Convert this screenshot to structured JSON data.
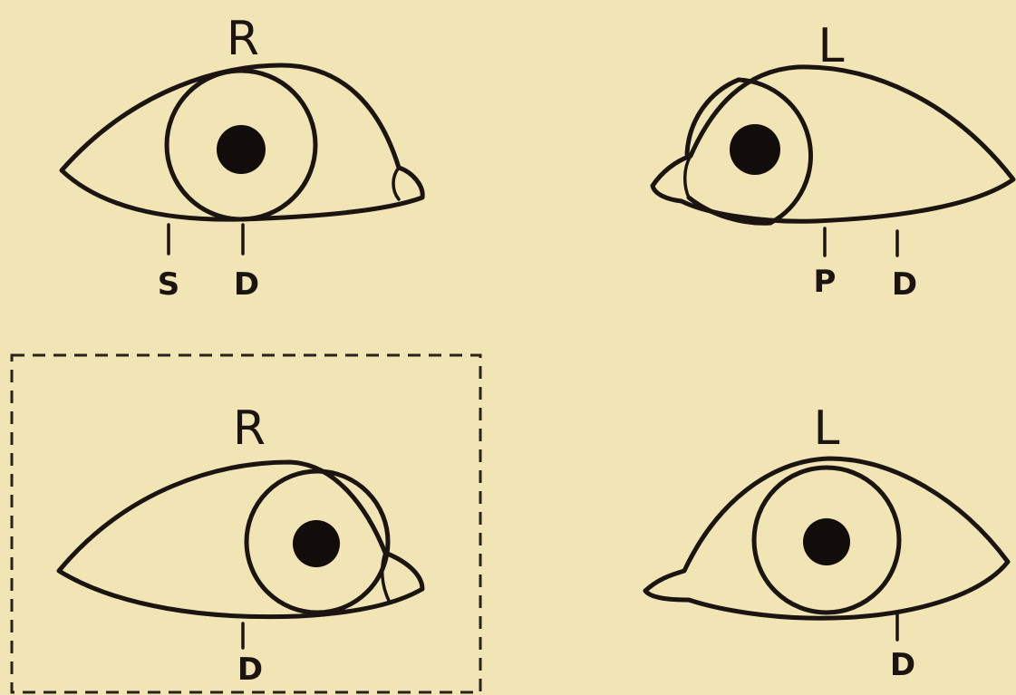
{
  "panels": [
    {
      "side_label": "R",
      "gaze": "straight",
      "markers": [
        "S",
        "D"
      ]
    },
    {
      "side_label": "L",
      "gaze": "left",
      "markers": [
        "P",
        "D"
      ]
    },
    {
      "side_label": "R",
      "gaze": "right",
      "markers": [
        "D"
      ],
      "outlined": true
    },
    {
      "side_label": "L",
      "gaze": "straight",
      "markers": [
        "D"
      ]
    }
  ],
  "colors": {
    "paper": "#f1e5b6",
    "ink": "#1b1410"
  }
}
